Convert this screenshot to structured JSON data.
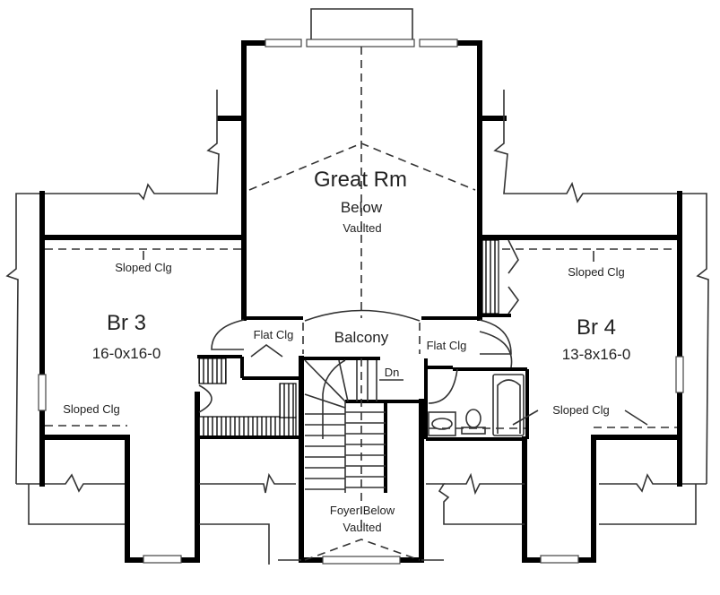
{
  "plan": {
    "great_room": {
      "name": "Great Rm",
      "line2": "Below",
      "line3": "Vaulted"
    },
    "bedroom3": {
      "name": "Br 3",
      "size": "16-0x16-0",
      "ceiling_top": "Sloped Clg",
      "ceiling_bottom": "Sloped Clg"
    },
    "bedroom4": {
      "name": "Br 4",
      "size": "13-8x16-0",
      "ceiling_top": "Sloped Clg",
      "ceiling_bottom": "Sloped Clg"
    },
    "balcony": {
      "name": "Balcony"
    },
    "flat_ceiling_left": "Flat Clg",
    "flat_ceiling_right": "Flat Clg",
    "stairs": {
      "direction": "Dn"
    },
    "foyer": {
      "name": "Foyer Below",
      "line2": "Vaulted"
    }
  },
  "colors": {
    "wall": "#000000",
    "line": "#333333",
    "background": "#ffffff"
  }
}
